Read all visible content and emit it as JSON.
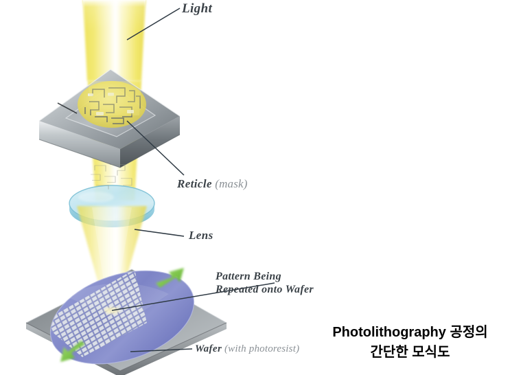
{
  "diagram": {
    "title": "Photolithography process schematic",
    "background_color": "#ffffff",
    "labels": {
      "light": {
        "text": "Light"
      },
      "reticle": {
        "text": "Reticle",
        "note": "(mask)"
      },
      "lens": {
        "text": "Lens"
      },
      "pattern": {
        "line1": "Pattern Being",
        "line2": "Repeated onto Wafer"
      },
      "wafer": {
        "text": "Wafer",
        "note": "(with photoresist)"
      }
    },
    "caption": {
      "line1": "Photolithography 공정의",
      "line2": "간단한 모식도"
    },
    "colors": {
      "light_beam": "#f2e35a",
      "light_beam_pale": "#f7f0a8",
      "reticle_metal": "#9aa0a4",
      "reticle_metal_light": "#d8dcdf",
      "reticle_metal_dark": "#5d6368",
      "mask_circle": "#e8dd6a",
      "lens_glass": "#bfe3ef",
      "lens_edge": "#7fc4da",
      "wafer_blue": "#7b82c8",
      "wafer_blue_light": "#aeb4de",
      "wafer_plate": "#8d9195",
      "wafer_plate_dark": "#5a5e62",
      "arrow_green": "#7ec44a",
      "label_text": "#3b4248",
      "label_note": "#8b9196",
      "leader_line": "#2f3a44",
      "caption_text": "#000000"
    },
    "elements": {
      "light_beam": "vertical yellow illumination column entering from top",
      "reticle": "gray metal framed photomask plate in perspective with circuit pattern",
      "mask_pattern": "maze-like circuit die pattern on yellow circular mask area",
      "lens": "light blue transparent circular lens disc in perspective",
      "projection_cone": "converging yellow light cone from lens to wafer",
      "wafer": "blue circular silicon wafer with repeated die grid on gray stage plate",
      "step_arrows": "two green arrows indicating stepper stage motion"
    }
  }
}
